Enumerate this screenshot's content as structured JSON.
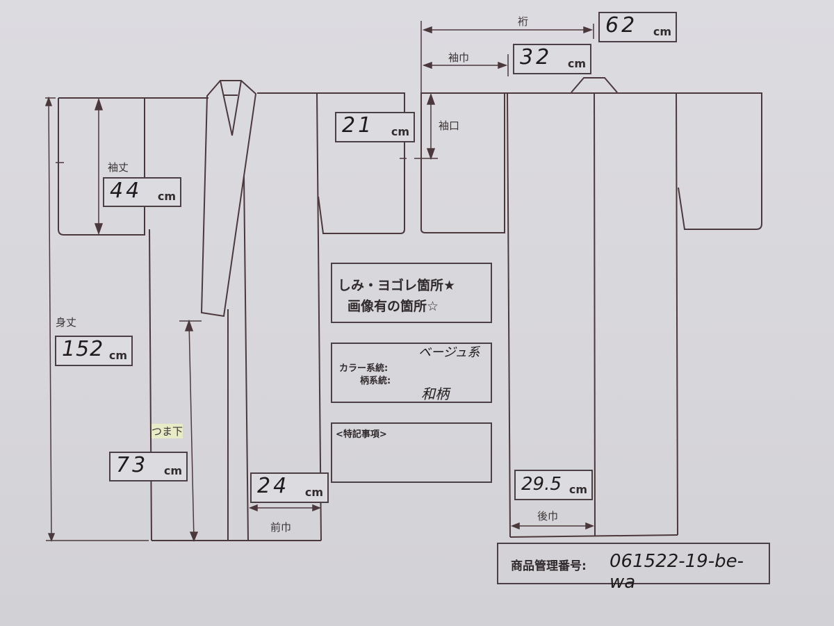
{
  "diagram": {
    "title": "Kimono measurement sheet",
    "line_color": "#4b383c",
    "paper_color": "#d9d8dc"
  },
  "measurements": {
    "yuki": {
      "label": "裄",
      "value": "62",
      "unit": "cm"
    },
    "sodehaba": {
      "label": "袖巾",
      "value": "32",
      "unit": "cm"
    },
    "sodeguchi": {
      "label": "袖口",
      "value": "21",
      "unit": "cm"
    },
    "sodetake": {
      "label": "袖丈",
      "value": "44",
      "unit": "cm"
    },
    "mitake": {
      "label": "身丈",
      "value": "152",
      "unit": "cm"
    },
    "tsumashita": {
      "label": "つま下",
      "value": "73",
      "unit": "cm"
    },
    "maehaba": {
      "label": "前巾",
      "value": "24",
      "unit": "cm"
    },
    "ushirohaba": {
      "label": "後巾",
      "value": "29.5",
      "unit": "cm"
    }
  },
  "legend": {
    "line1": "しみ・ヨゴレ箇所★",
    "line2": "画像有の箇所☆"
  },
  "attributes": {
    "color_label": "カラー系統:",
    "color_value": "ベージュ系",
    "pattern_label": "柄系統:",
    "pattern_value": "和柄"
  },
  "notes": {
    "label": "<特記事項>",
    "value": ""
  },
  "product": {
    "label": "商品管理番号:",
    "id": "061522-19-be-wa"
  }
}
